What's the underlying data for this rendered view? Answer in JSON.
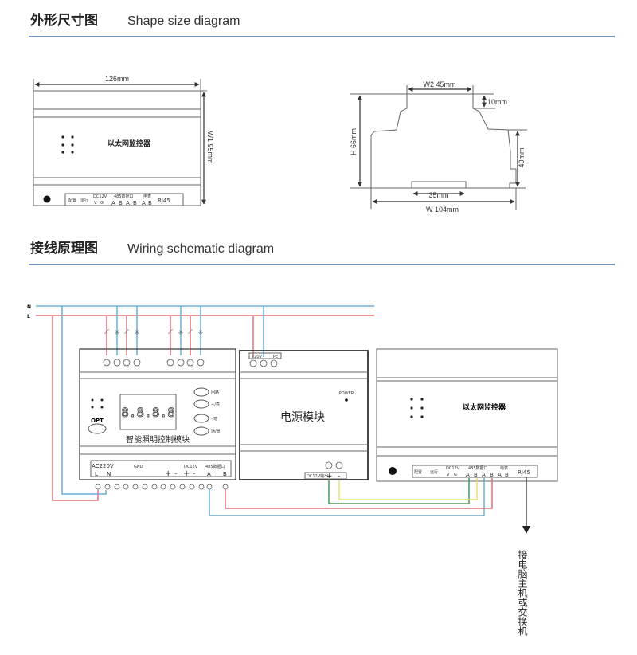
{
  "section1": {
    "title_cn": "外形尺寸图",
    "title_en": "Shape size diagram"
  },
  "section2": {
    "title_cn": "接线原理图",
    "title_en": "Wiring schematic diagram"
  },
  "front_view": {
    "width_label": "126mm",
    "height_label": "W1  95mm",
    "device_name": "以太网监控器",
    "terminals": [
      "配置",
      "运行",
      "DC12V",
      "V",
      "G",
      "485数据口",
      "A",
      "B",
      "A",
      "B",
      "电表",
      "A",
      "B",
      "RJ45"
    ]
  },
  "side_view": {
    "w2_label": "W2  45mm",
    "top_step_label": "10mm",
    "h_label": "H  66mm",
    "right_label": "40mm",
    "rail_label": "35mm",
    "w_label": "W   104mm"
  },
  "wiring": {
    "line_n": "N",
    "line_l": "L",
    "lighting_module": {
      "name": "智能照明控制模块",
      "display": "8.8.8.8",
      "opt_label": "OPT",
      "buttons": [
        "回路",
        "+/亮",
        "-/暗",
        "场/景"
      ],
      "terminals": [
        "AC220V",
        "L",
        "N",
        "GND",
        "+",
        "-",
        "+",
        "-",
        "DC12V",
        "485数据口",
        "A",
        "B"
      ]
    },
    "power_module": {
      "name": "电源模块",
      "power_label": "POWER",
      "input_labels": [
        "220V",
        "PE"
      ],
      "output_label": "DC12V输出",
      "plus": "+",
      "minus": "-"
    },
    "ethernet_module": {
      "name": "以太网监控器",
      "terminals": [
        "配置",
        "运行",
        "DC12V",
        "V",
        "G",
        "485数据口",
        "A",
        "B",
        "A",
        "B",
        "电表",
        "A",
        "B",
        "RJ45"
      ]
    },
    "rj45_note": "接电脑主机或交换机"
  },
  "colors": {
    "accent_line": "#4a6fa5",
    "live": "#e0707a",
    "neutral": "#6ab0d6",
    "positive": "#4a9a5a",
    "negative": "#e8e070"
  }
}
